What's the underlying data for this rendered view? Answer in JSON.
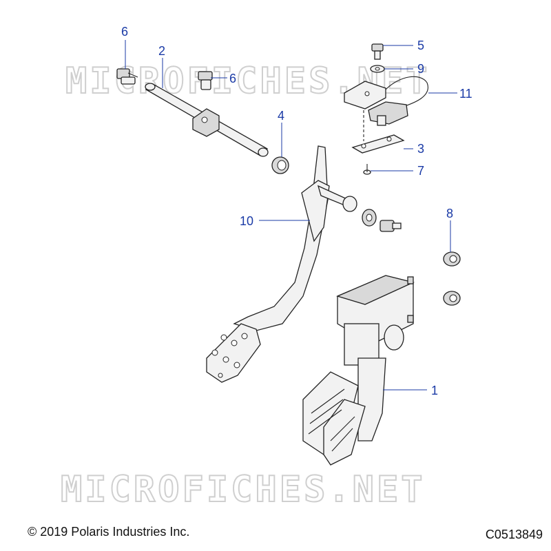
{
  "watermark_text": "MICROFICHES.NET",
  "callouts": [
    {
      "id": "callout-6a",
      "label": "6"
    },
    {
      "id": "callout-2",
      "label": "2"
    },
    {
      "id": "callout-6b",
      "label": "6"
    },
    {
      "id": "callout-4",
      "label": "4"
    },
    {
      "id": "callout-5",
      "label": "5"
    },
    {
      "id": "callout-9",
      "label": "9"
    },
    {
      "id": "callout-11",
      "label": "11"
    },
    {
      "id": "callout-3",
      "label": "3"
    },
    {
      "id": "callout-7",
      "label": "7"
    },
    {
      "id": "callout-10",
      "label": "10"
    },
    {
      "id": "callout-8",
      "label": "8"
    },
    {
      "id": "callout-1",
      "label": "1"
    }
  ],
  "footer": {
    "copyright": "© 2019 Polaris Industries Inc.",
    "drawing_code": "C0513849"
  },
  "colors": {
    "callout": "#1a3aa6",
    "linework": "#222222",
    "watermark": "#cfcfcf"
  }
}
